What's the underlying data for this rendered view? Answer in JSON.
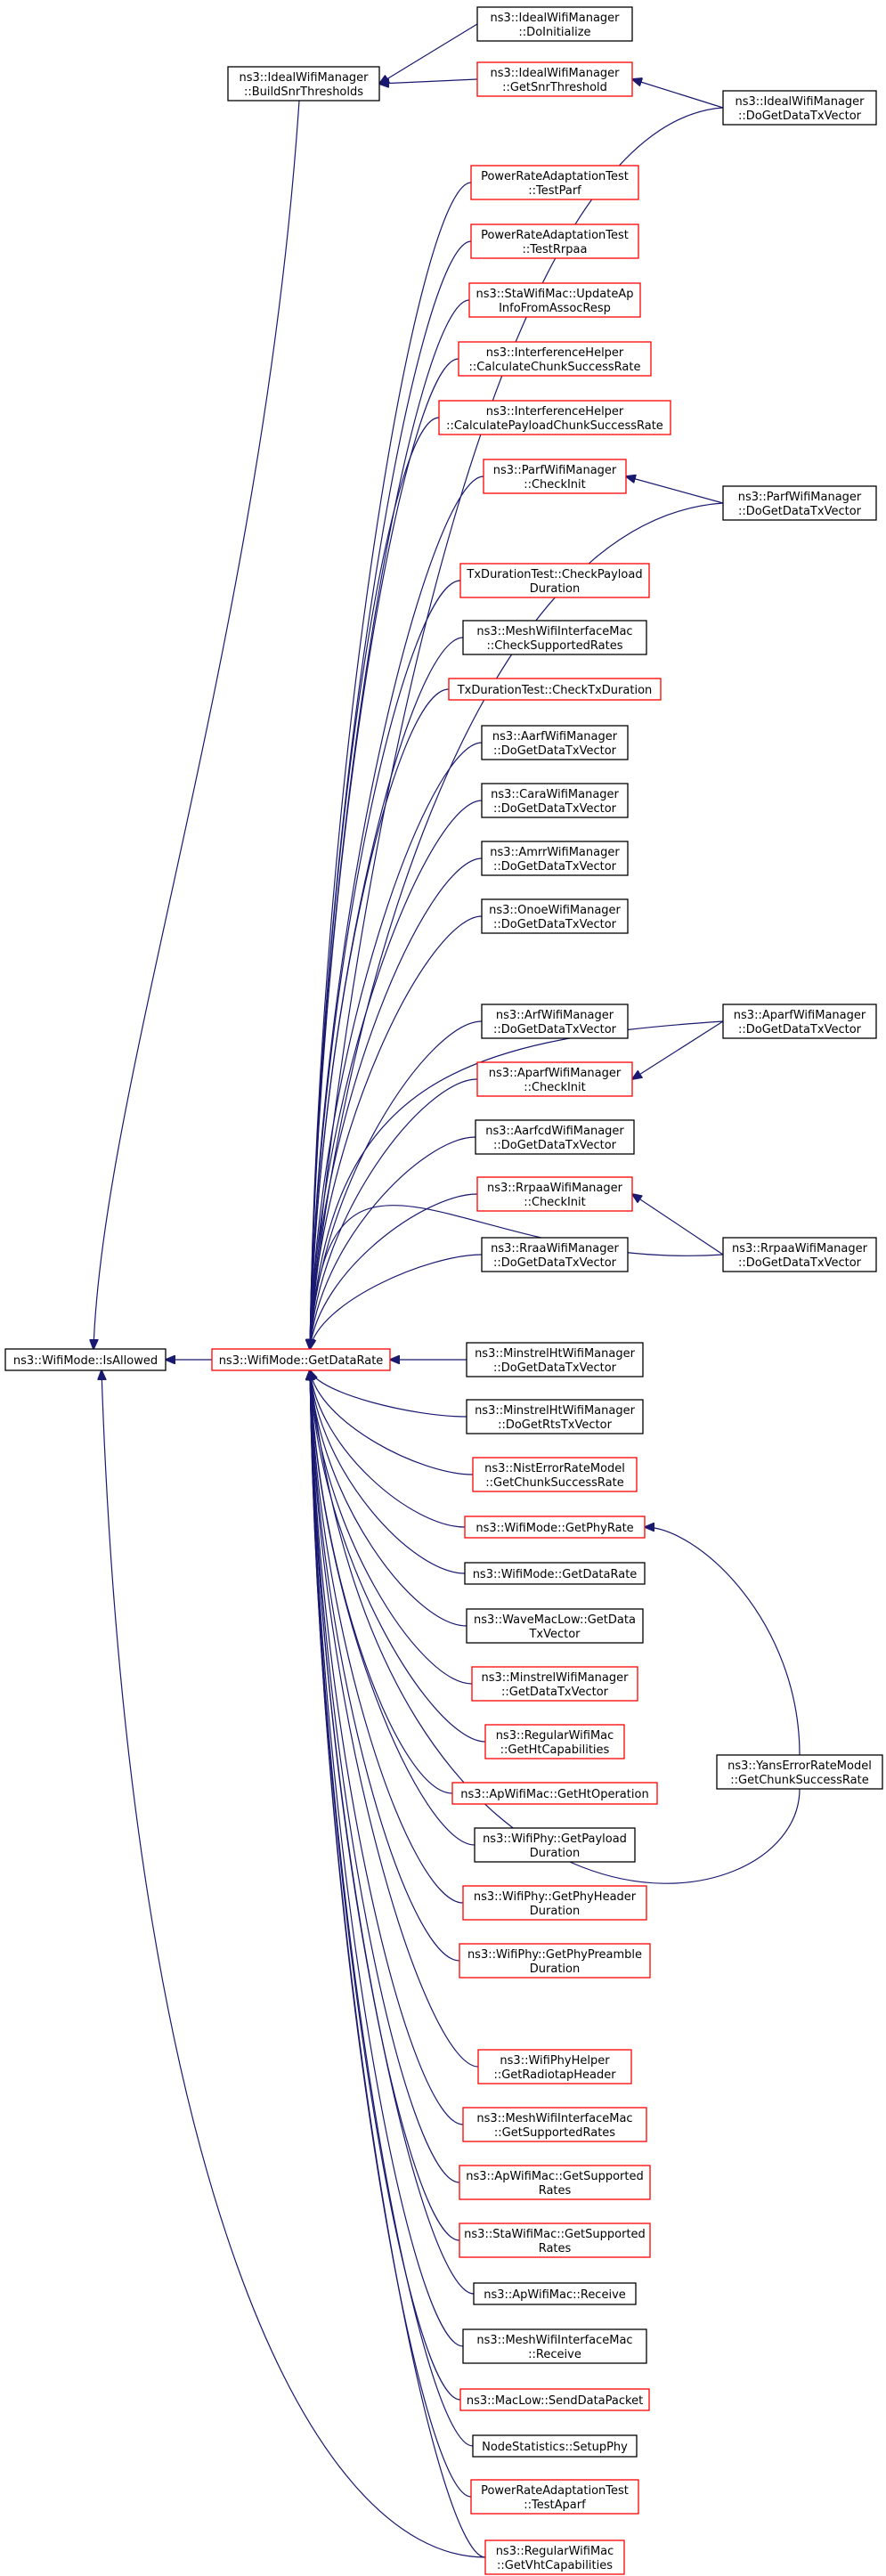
{
  "colors": {
    "black_border": "#000000",
    "red_border": "#ff0000",
    "focus_fill": "#bfbfbf",
    "edge": "#191970"
  },
  "nodes": [
    {
      "id": "isallowed",
      "lines": [
        "ns3::WifiMode::IsAllowed"
      ],
      "border": "black",
      "fill": "focus",
      "link": false
    },
    {
      "id": "buildsnr",
      "lines": [
        "ns3::IdealWifiManager",
        "::BuildSnrThresholds"
      ],
      "border": "black",
      "link": true
    },
    {
      "id": "getdatarate",
      "lines": [
        "ns3::WifiMode::GetDataRate"
      ],
      "border": "red",
      "link": true
    },
    {
      "id": "doinit",
      "lines": [
        "ns3::IdealWifiManager",
        "::DoInitialize"
      ],
      "border": "black",
      "link": true
    },
    {
      "id": "getsnr",
      "lines": [
        "ns3::IdealWifiManager",
        "::GetSnrThreshold"
      ],
      "border": "red",
      "link": true
    },
    {
      "id": "ideal_dtx",
      "lines": [
        "ns3::IdealWifiManager",
        "::DoGetDataTxVector"
      ],
      "border": "black",
      "link": true
    },
    {
      "id": "testparf",
      "lines": [
        "PowerRateAdaptationTest",
        "::TestParf"
      ],
      "border": "red",
      "link": true
    },
    {
      "id": "testrrpaa",
      "lines": [
        "PowerRateAdaptationTest",
        "::TestRrpaa"
      ],
      "border": "red",
      "link": true
    },
    {
      "id": "updateap",
      "lines": [
        "ns3::StaWifiMac::UpdateAp",
        "InfoFromAssocResp"
      ],
      "border": "red",
      "link": true
    },
    {
      "id": "chunksuccess",
      "lines": [
        "ns3::InterferenceHelper",
        "::CalculateChunkSuccessRate"
      ],
      "border": "red",
      "link": true
    },
    {
      "id": "payloadchunk",
      "lines": [
        "ns3::InterferenceHelper",
        "::CalculatePayloadChunkSuccessRate"
      ],
      "border": "red",
      "link": true
    },
    {
      "id": "parfcheck",
      "lines": [
        "ns3::ParfWifiManager",
        "::CheckInit"
      ],
      "border": "red",
      "link": true
    },
    {
      "id": "parf_dtx",
      "lines": [
        "ns3::ParfWifiManager",
        "::DoGetDataTxVector"
      ],
      "border": "black",
      "link": true
    },
    {
      "id": "checkpayload",
      "lines": [
        "TxDurationTest::CheckPayload",
        "Duration"
      ],
      "border": "red",
      "link": true
    },
    {
      "id": "meshcheck",
      "lines": [
        "ns3::MeshWifiInterfaceMac",
        "::CheckSupportedRates"
      ],
      "border": "black",
      "link": true
    },
    {
      "id": "checktxdur",
      "lines": [
        "TxDurationTest::CheckTxDuration"
      ],
      "border": "red",
      "link": true
    },
    {
      "id": "aarf_dtx",
      "lines": [
        "ns3::AarfWifiManager",
        "::DoGetDataTxVector"
      ],
      "border": "black",
      "link": true
    },
    {
      "id": "cara_dtx",
      "lines": [
        "ns3::CaraWifiManager",
        "::DoGetDataTxVector"
      ],
      "border": "black",
      "link": true
    },
    {
      "id": "amrr_dtx",
      "lines": [
        "ns3::AmrrWifiManager",
        "::DoGetDataTxVector"
      ],
      "border": "black",
      "link": true
    },
    {
      "id": "onoe_dtx",
      "lines": [
        "ns3::OnoeWifiManager",
        "::DoGetDataTxVector"
      ],
      "border": "black",
      "link": true
    },
    {
      "id": "arf_dtx",
      "lines": [
        "ns3::ArfWifiManager",
        "::DoGetDataTxVector"
      ],
      "border": "black",
      "link": true
    },
    {
      "id": "aparfcheck",
      "lines": [
        "ns3::AparfWifiManager",
        "::CheckInit"
      ],
      "border": "red",
      "link": true
    },
    {
      "id": "aparf_dtx",
      "lines": [
        "ns3::AparfWifiManager",
        "::DoGetDataTxVector"
      ],
      "border": "black",
      "link": true
    },
    {
      "id": "aarfcd_dtx",
      "lines": [
        "ns3::AarfcdWifiManager",
        "::DoGetDataTxVector"
      ],
      "border": "black",
      "link": true
    },
    {
      "id": "rrpaacheck",
      "lines": [
        "ns3::RrpaaWifiManager",
        "::CheckInit"
      ],
      "border": "red",
      "link": true
    },
    {
      "id": "rraa_dtx",
      "lines": [
        "ns3::RraaWifiManager",
        "::DoGetDataTxVector"
      ],
      "border": "black",
      "link": true
    },
    {
      "id": "rrpaa_dtx",
      "lines": [
        "ns3::RrpaaWifiManager",
        "::DoGetDataTxVector"
      ],
      "border": "black",
      "link": true
    },
    {
      "id": "minhtdtx",
      "lines": [
        "ns3::MinstrelHtWifiManager",
        "::DoGetDataTxVector"
      ],
      "border": "black",
      "link": true
    },
    {
      "id": "minhtrts",
      "lines": [
        "ns3::MinstrelHtWifiManager",
        "::DoGetRtsTxVector"
      ],
      "border": "black",
      "link": true
    },
    {
      "id": "nist",
      "lines": [
        "ns3::NistErrorRateModel",
        "::GetChunkSuccessRate"
      ],
      "border": "red",
      "link": true
    },
    {
      "id": "getphyrate",
      "lines": [
        "ns3::WifiMode::GetPhyRate"
      ],
      "border": "red",
      "link": true
    },
    {
      "id": "getdatarate2",
      "lines": [
        "ns3::WifiMode::GetDataRate"
      ],
      "border": "black",
      "link": true
    },
    {
      "id": "wavemac",
      "lines": [
        "ns3::WaveMacLow::GetData",
        "TxVector"
      ],
      "border": "black",
      "link": true
    },
    {
      "id": "minstrel",
      "lines": [
        "ns3::MinstrelWifiManager",
        "::GetDataTxVector"
      ],
      "border": "red",
      "link": true
    },
    {
      "id": "htcap",
      "lines": [
        "ns3::RegularWifiMac",
        "::GetHtCapabilities"
      ],
      "border": "red",
      "link": true
    },
    {
      "id": "htop",
      "lines": [
        "ns3::ApWifiMac::GetHtOperation"
      ],
      "border": "red",
      "link": true
    },
    {
      "id": "yans",
      "lines": [
        "ns3::YansErrorRateModel",
        "::GetChunkSuccessRate"
      ],
      "border": "black",
      "link": true
    },
    {
      "id": "payloaddur",
      "lines": [
        "ns3::WifiPhy::GetPayload",
        "Duration"
      ],
      "border": "black",
      "link": true
    },
    {
      "id": "phyheader",
      "lines": [
        "ns3::WifiPhy::GetPhyHeader",
        "Duration"
      ],
      "border": "red",
      "link": true
    },
    {
      "id": "phypreamble",
      "lines": [
        "ns3::WifiPhy::GetPhyPreamble",
        "Duration"
      ],
      "border": "red",
      "link": true
    },
    {
      "id": "radiotap",
      "lines": [
        "ns3::WifiPhyHelper",
        "::GetRadiotapHeader"
      ],
      "border": "red",
      "link": true
    },
    {
      "id": "meshsupp",
      "lines": [
        "ns3::MeshWifiInterfaceMac",
        "::GetSupportedRates"
      ],
      "border": "red",
      "link": true
    },
    {
      "id": "apsupp",
      "lines": [
        "ns3::ApWifiMac::GetSupported",
        "Rates"
      ],
      "border": "red",
      "link": true
    },
    {
      "id": "stasupp",
      "lines": [
        "ns3::StaWifiMac::GetSupported",
        "Rates"
      ],
      "border": "red",
      "link": true
    },
    {
      "id": "apreceive",
      "lines": [
        "ns3::ApWifiMac::Receive"
      ],
      "border": "black",
      "link": true
    },
    {
      "id": "meshreceive",
      "lines": [
        "ns3::MeshWifiInterfaceMac",
        "::Receive"
      ],
      "border": "black",
      "link": true
    },
    {
      "id": "senddata",
      "lines": [
        "ns3::MacLow::SendDataPacket"
      ],
      "border": "red",
      "link": true
    },
    {
      "id": "setupphy",
      "lines": [
        "NodeStatistics::SetupPhy"
      ],
      "border": "black",
      "link": true
    },
    {
      "id": "testaparf",
      "lines": [
        "PowerRateAdaptationTest",
        "::TestAparf"
      ],
      "border": "red",
      "link": true
    },
    {
      "id": "vhtcap",
      "lines": [
        "ns3::RegularWifiMac",
        "::GetVhtCapabilities"
      ],
      "border": "red",
      "link": true
    }
  ],
  "edges": [
    {
      "from": "buildsnr",
      "to": "isallowed"
    },
    {
      "from": "getdatarate",
      "to": "isallowed"
    },
    {
      "from": "vhtcap",
      "to": "isallowed"
    },
    {
      "from": "doinit",
      "to": "buildsnr"
    },
    {
      "from": "getsnr",
      "to": "buildsnr"
    },
    {
      "from": "ideal_dtx",
      "to": "getsnr"
    },
    {
      "from": "ideal_dtx",
      "to": "getdatarate"
    },
    {
      "from": "testparf",
      "to": "getdatarate"
    },
    {
      "from": "testrrpaa",
      "to": "getdatarate"
    },
    {
      "from": "updateap",
      "to": "getdatarate"
    },
    {
      "from": "chunksuccess",
      "to": "getdatarate"
    },
    {
      "from": "payloadchunk",
      "to": "getdatarate"
    },
    {
      "from": "parfcheck",
      "to": "getdatarate"
    },
    {
      "from": "parf_dtx",
      "to": "parfcheck"
    },
    {
      "from": "parf_dtx",
      "to": "getdatarate"
    },
    {
      "from": "checkpayload",
      "to": "getdatarate"
    },
    {
      "from": "meshcheck",
      "to": "getdatarate"
    },
    {
      "from": "checktxdur",
      "to": "getdatarate"
    },
    {
      "from": "aarf_dtx",
      "to": "getdatarate"
    },
    {
      "from": "cara_dtx",
      "to": "getdatarate"
    },
    {
      "from": "amrr_dtx",
      "to": "getdatarate"
    },
    {
      "from": "onoe_dtx",
      "to": "getdatarate"
    },
    {
      "from": "aparf_dtx",
      "to": "getdatarate"
    },
    {
      "from": "arf_dtx",
      "to": "getdatarate"
    },
    {
      "from": "aparfcheck",
      "to": "getdatarate"
    },
    {
      "from": "aparf_dtx",
      "to": "aparfcheck"
    },
    {
      "from": "aarfcd_dtx",
      "to": "getdatarate"
    },
    {
      "from": "rrpaacheck",
      "to": "getdatarate"
    },
    {
      "from": "rrpaa_dtx",
      "to": "rrpaacheck"
    },
    {
      "from": "rraa_dtx",
      "to": "getdatarate"
    },
    {
      "from": "rrpaa_dtx",
      "to": "getdatarate"
    },
    {
      "from": "minhtdtx",
      "to": "getdatarate"
    },
    {
      "from": "minhtrts",
      "to": "getdatarate"
    },
    {
      "from": "nist",
      "to": "getdatarate"
    },
    {
      "from": "getphyrate",
      "to": "getdatarate"
    },
    {
      "from": "yans",
      "to": "getphyrate"
    },
    {
      "from": "getdatarate2",
      "to": "getdatarate"
    },
    {
      "from": "wavemac",
      "to": "getdatarate"
    },
    {
      "from": "minstrel",
      "to": "getdatarate"
    },
    {
      "from": "htcap",
      "to": "getdatarate"
    },
    {
      "from": "htop",
      "to": "getdatarate"
    },
    {
      "from": "yans",
      "to": "getdatarate"
    },
    {
      "from": "payloaddur",
      "to": "getdatarate"
    },
    {
      "from": "phyheader",
      "to": "getdatarate"
    },
    {
      "from": "phypreamble",
      "to": "getdatarate"
    },
    {
      "from": "radiotap",
      "to": "getdatarate"
    },
    {
      "from": "meshsupp",
      "to": "getdatarate"
    },
    {
      "from": "apsupp",
      "to": "getdatarate"
    },
    {
      "from": "stasupp",
      "to": "getdatarate"
    },
    {
      "from": "apreceive",
      "to": "getdatarate"
    },
    {
      "from": "meshreceive",
      "to": "getdatarate"
    },
    {
      "from": "senddata",
      "to": "getdatarate"
    },
    {
      "from": "setupphy",
      "to": "getdatarate"
    },
    {
      "from": "testaparf",
      "to": "getdatarate"
    },
    {
      "from": "vhtcap",
      "to": "getdatarate"
    }
  ]
}
